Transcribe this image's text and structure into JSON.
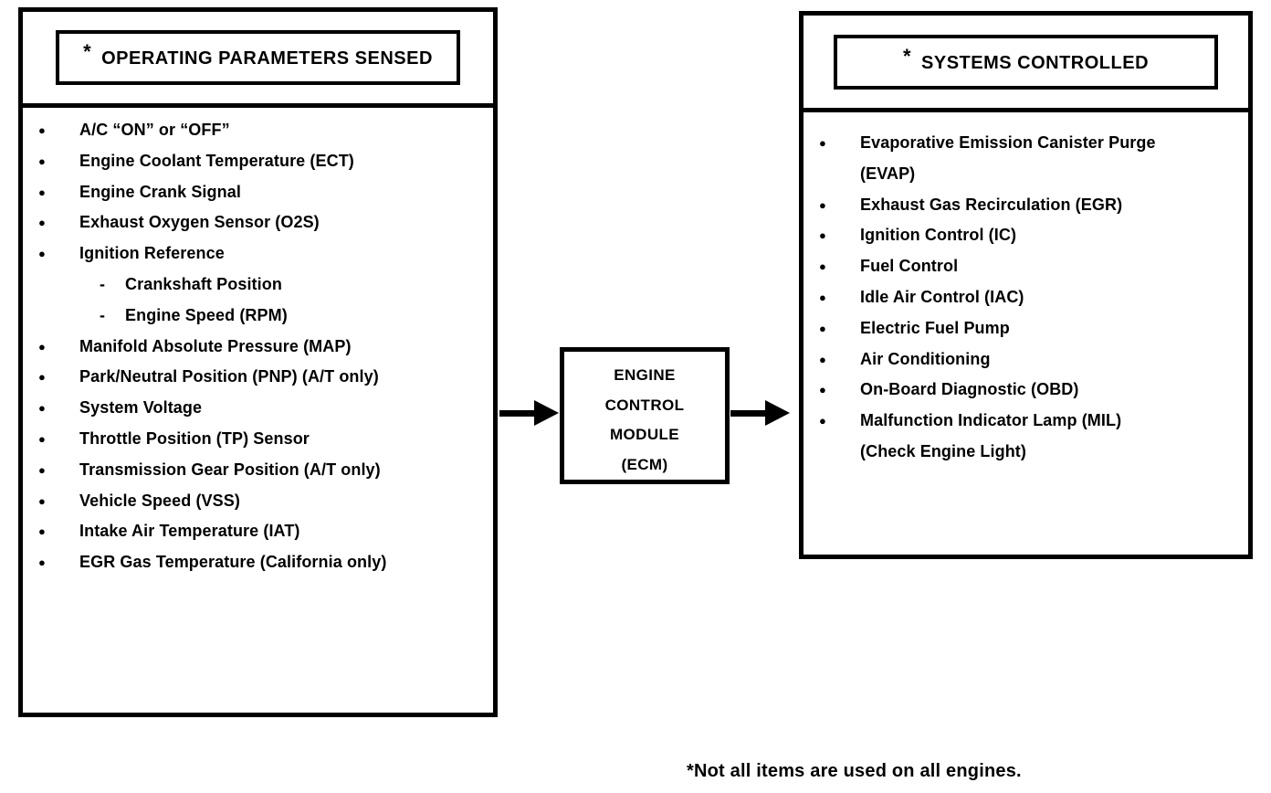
{
  "colors": {
    "ink": "#000000",
    "paper": "#ffffff"
  },
  "left_panel": {
    "header": {
      "asterisk": "*",
      "title": "OPERATING PARAMETERS SENSED"
    },
    "items": [
      {
        "bullet": "●",
        "text": "A/C “ON” or “OFF”"
      },
      {
        "bullet": "●",
        "text": "Engine Coolant Temperature (ECT)"
      },
      {
        "bullet": "●",
        "text": "Engine Crank Signal"
      },
      {
        "bullet": "●",
        "text": "Exhaust Oxygen Sensor (O2S)"
      },
      {
        "bullet": "●",
        "text": "Ignition Reference"
      },
      {
        "bullet": "-",
        "text": "Crankshaft Position",
        "sub": true
      },
      {
        "bullet": "-",
        "text": "Engine Speed (RPM)",
        "sub": true
      },
      {
        "bullet": "●",
        "text": "Manifold Absolute Pressure (MAP)"
      },
      {
        "bullet": "●",
        "text": "Park/Neutral Position (PNP) (A/T only)"
      },
      {
        "bullet": "●",
        "text": "System Voltage"
      },
      {
        "bullet": "●",
        "text": "Throttle Position (TP) Sensor"
      },
      {
        "bullet": "●",
        "text": "Transmission Gear Position (A/T only)"
      },
      {
        "bullet": "●",
        "text": "Vehicle Speed (VSS)"
      },
      {
        "bullet": "●",
        "text": "Intake Air Temperature (IAT)"
      },
      {
        "bullet": "●",
        "text": "EGR Gas Temperature (California only)"
      }
    ]
  },
  "center_box": {
    "lines": [
      "ENGINE",
      "CONTROL",
      "MODULE",
      "(ECM)"
    ]
  },
  "right_panel": {
    "header": {
      "asterisk": "*",
      "title": "SYSTEMS CONTROLLED"
    },
    "items": [
      {
        "bullet": "●",
        "text": "Evaporative Emission Canister Purge\n(EVAP)"
      },
      {
        "bullet": "●",
        "text": "Exhaust Gas Recirculation (EGR)"
      },
      {
        "bullet": "●",
        "text": "Ignition Control (IC)"
      },
      {
        "bullet": "●",
        "text": "Fuel Control"
      },
      {
        "bullet": "●",
        "text": "Idle Air Control (IAC)"
      },
      {
        "bullet": "●",
        "text": "Electric Fuel Pump"
      },
      {
        "bullet": "●",
        "text": "Air Conditioning"
      },
      {
        "bullet": "●",
        "text": "On-Board Diagnostic (OBD)"
      },
      {
        "bullet": "●",
        "text": "Malfunction Indicator Lamp (MIL)\n(Check Engine Light)"
      }
    ]
  },
  "footnote": "*Not all items are used on all engines."
}
